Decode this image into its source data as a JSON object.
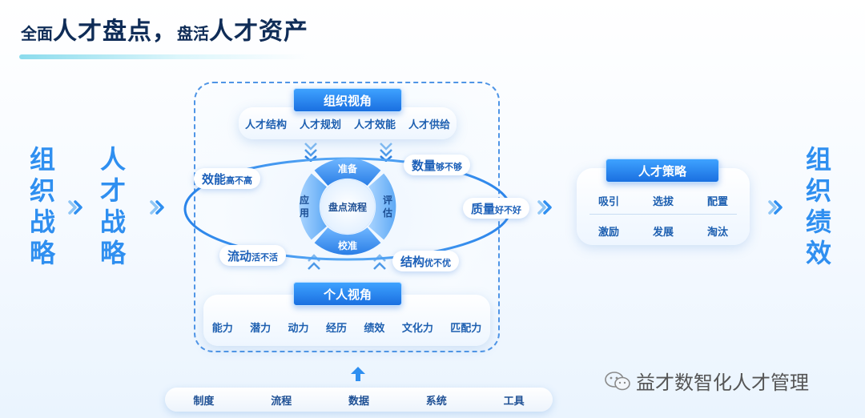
{
  "title": {
    "part1": "全面",
    "part2": "人才盘点，",
    "part3": "盘活",
    "part4": "人才资产"
  },
  "left_words": {
    "first": [
      "组",
      "织",
      "战",
      "略"
    ],
    "second": [
      "人",
      "才",
      "战",
      "略"
    ]
  },
  "right_word": [
    "组",
    "织",
    "绩",
    "效"
  ],
  "org_view": {
    "header": "组织视角",
    "items": [
      "人才结构",
      "人才规划",
      "人才效能",
      "人才供给"
    ]
  },
  "personal_view": {
    "header": "个人视角",
    "items": [
      "能力",
      "潜力",
      "动力",
      "经历",
      "绩效",
      "文化力",
      "匹配力"
    ]
  },
  "cycle": {
    "center": "盘点流程",
    "top": "准备",
    "right": "评估",
    "bottom": "校准",
    "left": "应用"
  },
  "badges": {
    "efficiency": {
      "main": "效能",
      "sub": "高不高"
    },
    "quantity": {
      "main": "数量",
      "sub": "够不够"
    },
    "quality": {
      "main": "质量",
      "sub": "好不好"
    },
    "flow": {
      "main": "流动",
      "sub": "活不活"
    },
    "structure": {
      "main": "结构",
      "sub": "优不优"
    }
  },
  "strategy": {
    "header": "人才策略",
    "row1": [
      "吸引",
      "选拔",
      "配置"
    ],
    "row2": [
      "激励",
      "发展",
      "淘汰"
    ]
  },
  "foundation": [
    "制度",
    "流程",
    "数据",
    "系统",
    "工具"
  ],
  "watermark": "益才数智化人才管理",
  "colors": {
    "accent": "#2f8ff0",
    "tag_blue": "#1a6fe0",
    "dark_text": "#0f2c57",
    "item_text": "#1d5fb0"
  }
}
